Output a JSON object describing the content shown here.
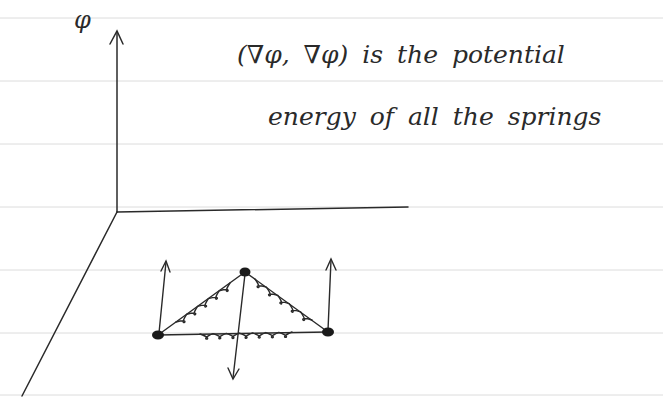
{
  "diagram": {
    "labels": [
      "φ",
      "(∇φ, ∇φ) is the potential",
      "energy of all the springs"
    ]
  }
}
